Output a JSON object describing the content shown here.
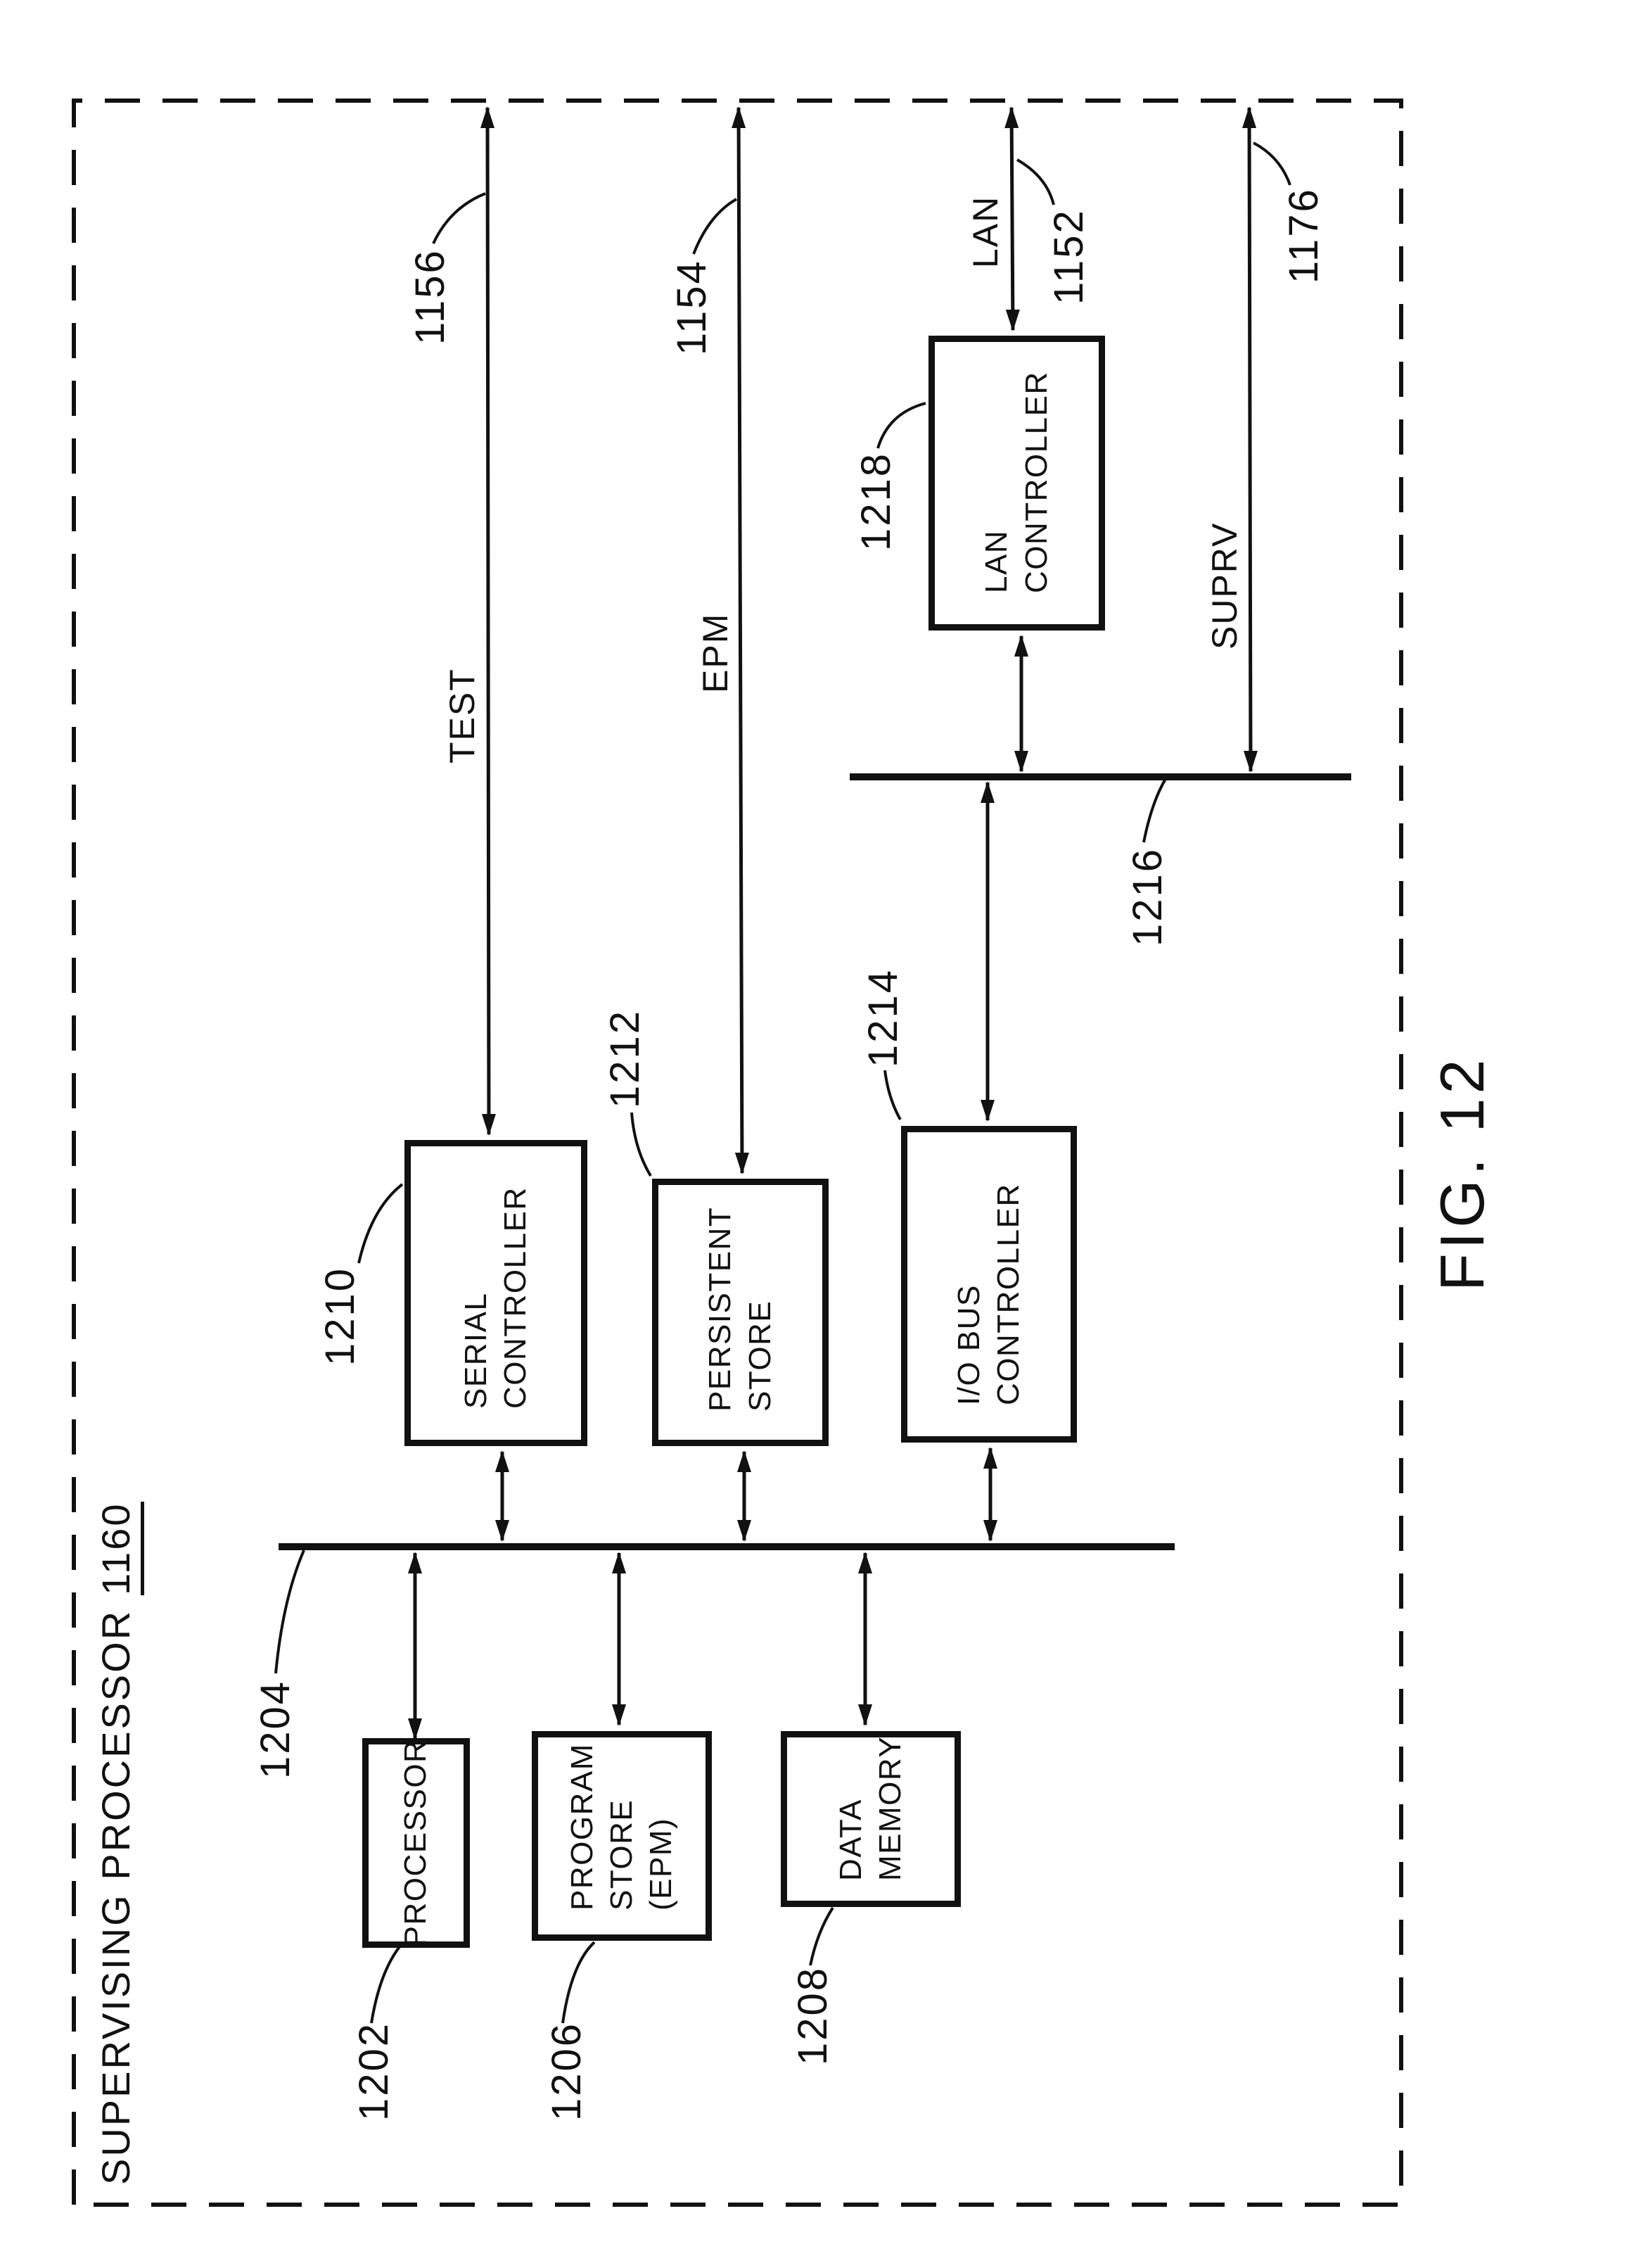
{
  "figure": {
    "label": "FIG. 12"
  },
  "title": {
    "text": "SUPERVISING PROCESSOR",
    "number": "1160"
  },
  "colors": {
    "ink": "#111111",
    "paper": "#ffffff"
  },
  "components": {
    "processor": {
      "name": "PROCESSOR",
      "ref": "1202"
    },
    "program_store": {
      "line1": "PROGRAM",
      "line2": "STORE",
      "line3": "(EPM)",
      "ref": "1206"
    },
    "data_memory": {
      "line1": "DATA",
      "line2": "MEMORY",
      "ref": "1208"
    },
    "serial_controller": {
      "line1": "SERIAL",
      "line2": "CONTROLLER",
      "ref": "1210"
    },
    "persistent_store": {
      "line1": "PERSISTENT",
      "line2": "STORE",
      "ref": "1212"
    },
    "io_bus_controller": {
      "line1": "I/O BUS",
      "line2": "CONTROLLER",
      "ref": "1214"
    },
    "lan_controller": {
      "line1": "LAN",
      "line2": "CONTROLLER",
      "ref": "1218"
    }
  },
  "buses": {
    "processor_bus": {
      "ref": "1204"
    },
    "supervisor_io_bus": {
      "ref": "1216"
    }
  },
  "signals": {
    "test": {
      "label": "TEST",
      "ref": "1156"
    },
    "epm": {
      "label": "EPM",
      "ref": "1154"
    },
    "lan": {
      "label": "LAN",
      "ref": "1152"
    },
    "suprv": {
      "label": "SUPRV",
      "ref": "1176"
    }
  }
}
